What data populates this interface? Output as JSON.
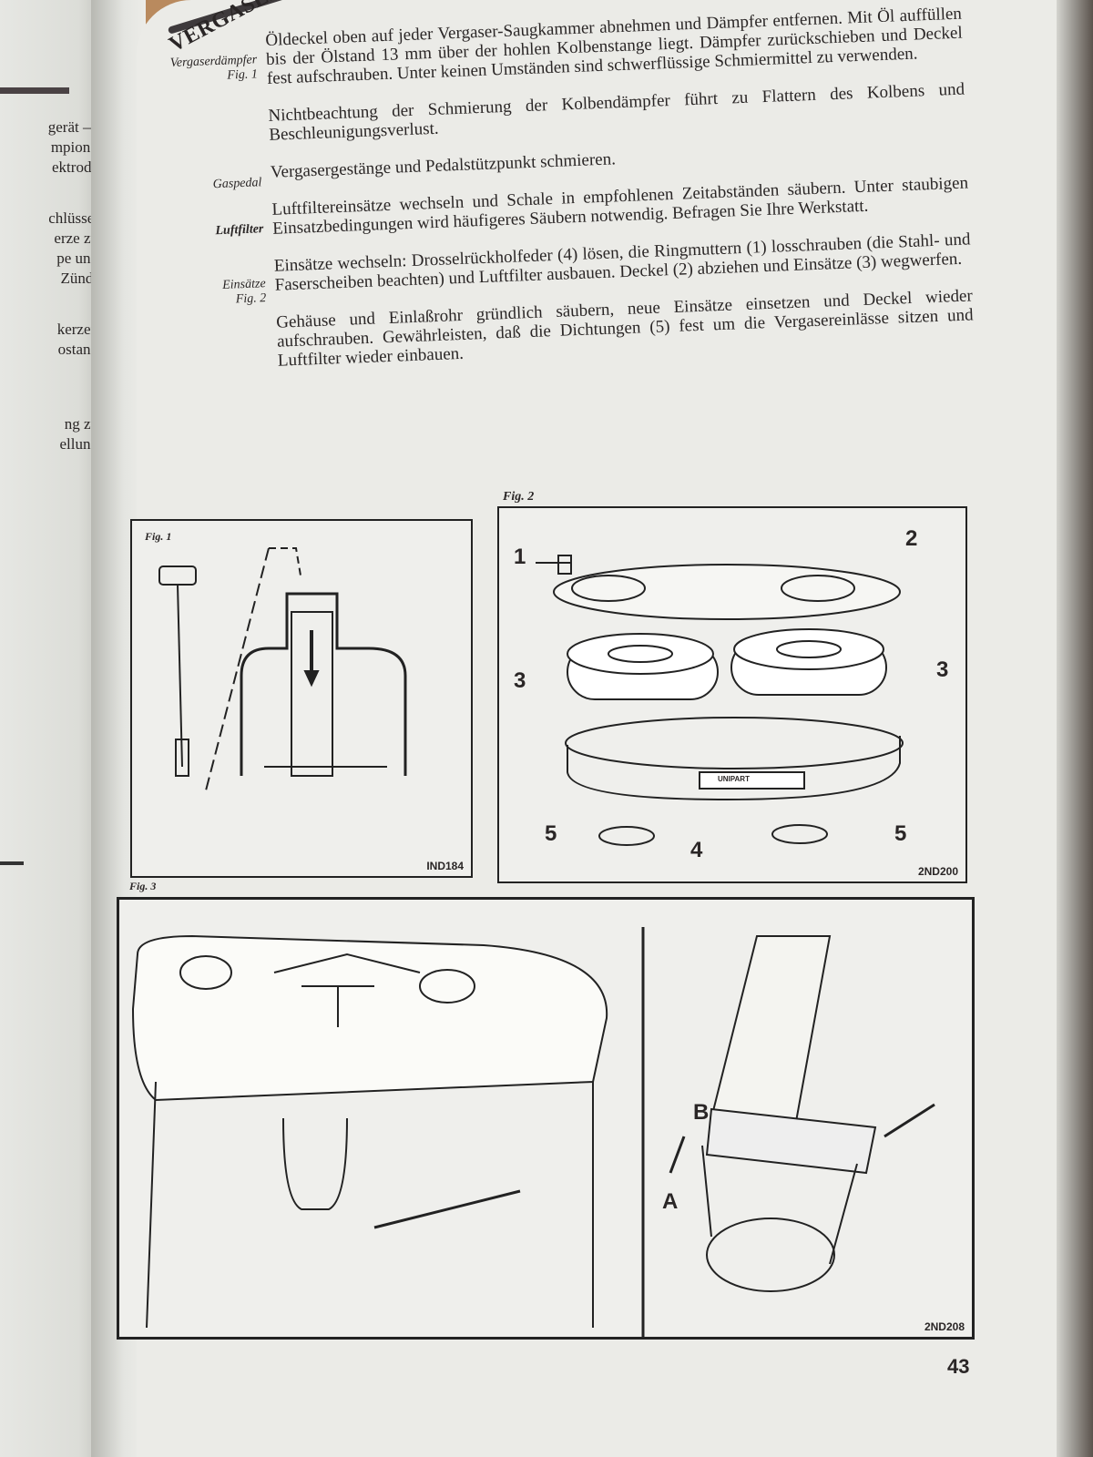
{
  "left_page": {
    "lines": [
      "gerät —",
      "mpion'-",
      "ektrode",
      "chlüssel",
      "erze zu",
      "pe und",
      "Zünd-",
      "kerzen",
      "ostand",
      "ng zu",
      "ellung"
    ]
  },
  "section_title": "VERGASER",
  "sections": [
    {
      "side_label": "Vergaserdämpfer",
      "side_ref": "Fig. 1",
      "paragraphs": [
        "Öldeckel oben auf jeder Vergaser-Saugkammer abnehmen und Dämpfer entfernen. Mit Öl auffüllen bis der Ölstand 13 mm über der hohlen Kolbenstange liegt. Dämpfer zurückschieben und Deckel fest aufschrauben. Unter keinen Umständen sind schwerflüssige Schmiermittel zu verwenden.",
        "Nichtbeachtung der Schmierung der Kolbendämpfer führt zu Flattern des Kolbens und Beschleunigungsverlust."
      ]
    },
    {
      "side_label": "Gaspedal",
      "side_ref": "",
      "paragraphs": [
        "Vergasergestänge und Pedalstützpunkt schmieren."
      ]
    },
    {
      "side_label": "Luftfilter",
      "side_ref": "",
      "paragraphs": [
        "Luftfiltereinsätze wechseln und Schale in empfohlenen Zeitabständen säubern. Unter staubigen Einsatzbedingungen wird häufigeres Säubern notwendig. Befragen Sie Ihre Werkstatt."
      ]
    },
    {
      "side_label": "Einsätze",
      "side_ref": "Fig. 2",
      "paragraphs": [
        "Einsätze wechseln: Drosselrückholfeder (4) lösen, die Ringmuttern (1) losschrauben (die Stahl- und Faserscheiben beachten) und Luftfilter ausbauen. Deckel (2) abziehen und Einsätze (3) wegwerfen.",
        "Gehäuse und Einlaßrohr gründlich säubern, neue Einsätze einsetzen und Deckel wieder aufschrauben. Gewährleisten, daß die Dichtungen (5) fest um die Vergasereinlässe sitzen und Luftfilter wieder einbauen."
      ]
    }
  ],
  "figures": {
    "fig1": {
      "caption": "Fig. 1",
      "code": "IND184"
    },
    "fig2": {
      "caption": "Fig. 2",
      "code": "2ND200",
      "callouts": [
        "1",
        "2",
        "3",
        "3",
        "4",
        "5",
        "5"
      ],
      "brand": "UNIPART"
    },
    "fig3": {
      "caption": "Fig. 3",
      "code": "2ND208",
      "callouts": [
        "A",
        "B"
      ]
    }
  },
  "page_number": "43",
  "colors": {
    "paper": "#ebebe7",
    "ink": "#2a2626",
    "wood": "#b98a5e"
  }
}
